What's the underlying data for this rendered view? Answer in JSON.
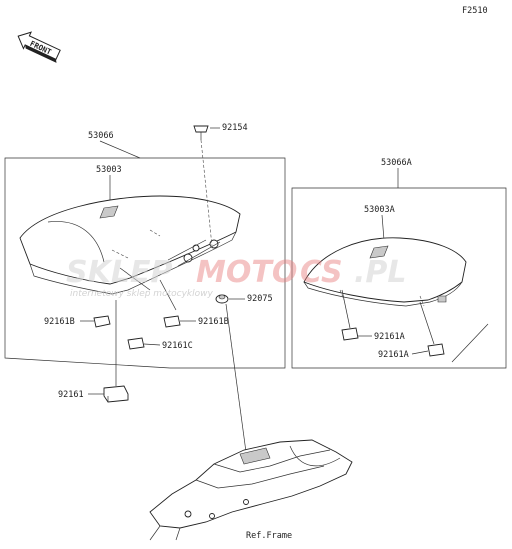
{
  "diagram": {
    "code": "F2510",
    "front_label": "FRONT",
    "labels": {
      "seat_assy": "53066",
      "seat_cover": "53003",
      "bolt": "92154",
      "nut": "92075",
      "damper_b_left": "92161B",
      "damper_b_right": "92161B",
      "damper_c": "92161C",
      "damper": "92161",
      "pillion_assy": "53066A",
      "pillion_cover": "53003A",
      "damper_a_1": "92161A",
      "damper_a_2": "92161A",
      "frame_ref": "Ref.Frame"
    },
    "watermark": {
      "brand_a": "SKLEP",
      "brand_b": "MOTO",
      "brand_c": "CS",
      "brand_d": ".PL",
      "tagline": "internetowy sklep motocyklowy"
    },
    "colors": {
      "line": "#222222",
      "shade": "#c9c9c9",
      "watermark_red": "#e87c7c"
    }
  }
}
